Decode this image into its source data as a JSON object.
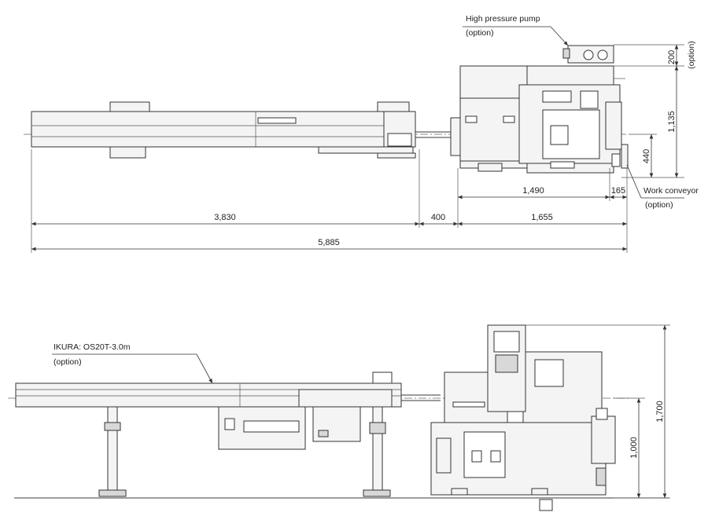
{
  "labels": {
    "high_pressure_pump": "High pressure pump",
    "high_pressure_pump_option": "(option)",
    "work_conveyor": "Work conveyor",
    "work_conveyor_option": "(option)",
    "bar_feeder": "IKURA: OS20T-3.0m",
    "bar_feeder_option": "(option)",
    "side_option": "(option)"
  },
  "dimensions": {
    "total_length": "5,885",
    "bar_feeder_length": "3,830",
    "gap": "400",
    "machine_length": "1,655",
    "machine_body": "1,490",
    "conveyor_offset": "165",
    "pump_height": "200",
    "machine_depth": "1,135",
    "spindle_offset": "440",
    "total_height": "1,700",
    "spindle_height": "1,000"
  }
}
